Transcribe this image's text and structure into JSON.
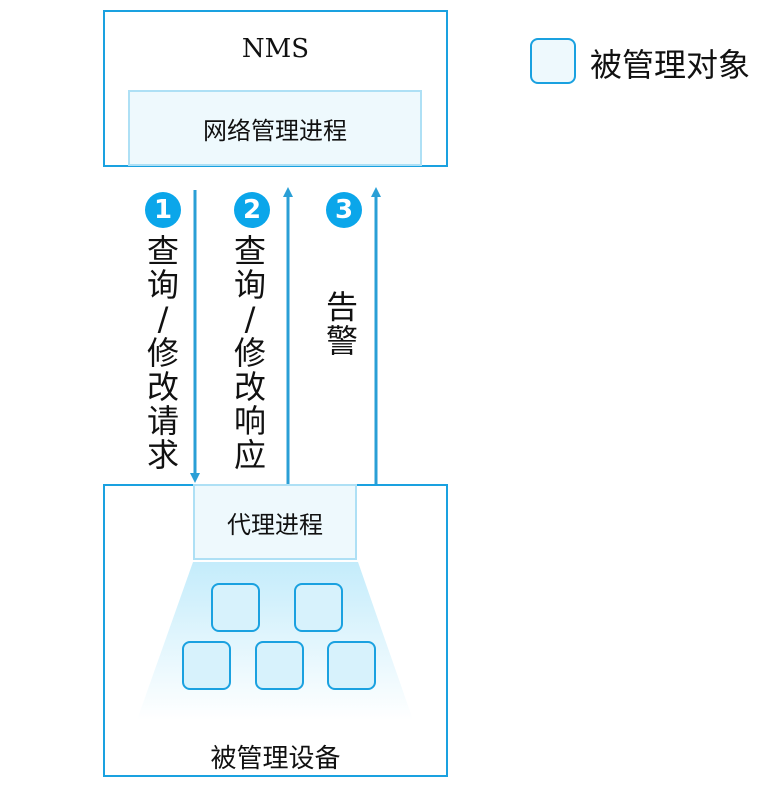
{
  "nms": {
    "title": "NMS",
    "process": "网络管理进程"
  },
  "steps": [
    {
      "num": "1",
      "label": "查询/修改请求"
    },
    {
      "num": "2",
      "label": "查询/修改响应"
    },
    {
      "num": "3",
      "label": "告警"
    }
  ],
  "device": {
    "agent": "代理进程",
    "caption": "被管理设备"
  },
  "legend": {
    "label": "被管理对象"
  },
  "colors": {
    "accent": "#1aa1e0",
    "badge": "#0ba6ea",
    "fill": "#eef9fd"
  }
}
